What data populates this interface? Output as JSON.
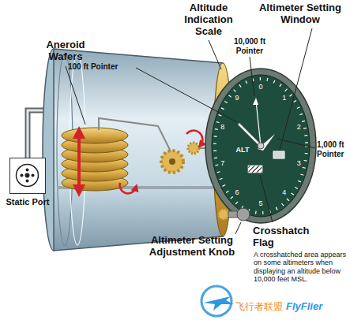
{
  "diagram": {
    "nodes": [
      {
        "text": [
          "Static Port"
        ]
      }
    ],
    "labels": [
      "Aneroid Wafers",
      "Altitude Indication Scale",
      "Altimeter Setting Window",
      "100 ft Pointer",
      "10,000 ft Pointer",
      "1,000 ft Pointer",
      "Crosshatch Flag",
      "A crosshatched area appears on some altimeters when displaying an altitude below 10,000 feet MSL.",
      "Altimeter Setting Adjustment Knob",
      "ALT",
      "0",
      "1",
      "2",
      "3",
      "4",
      "5",
      "6",
      "7",
      "8",
      "9",
      "飞行者联盟",
      "FlyFlier"
    ]
  }
}
